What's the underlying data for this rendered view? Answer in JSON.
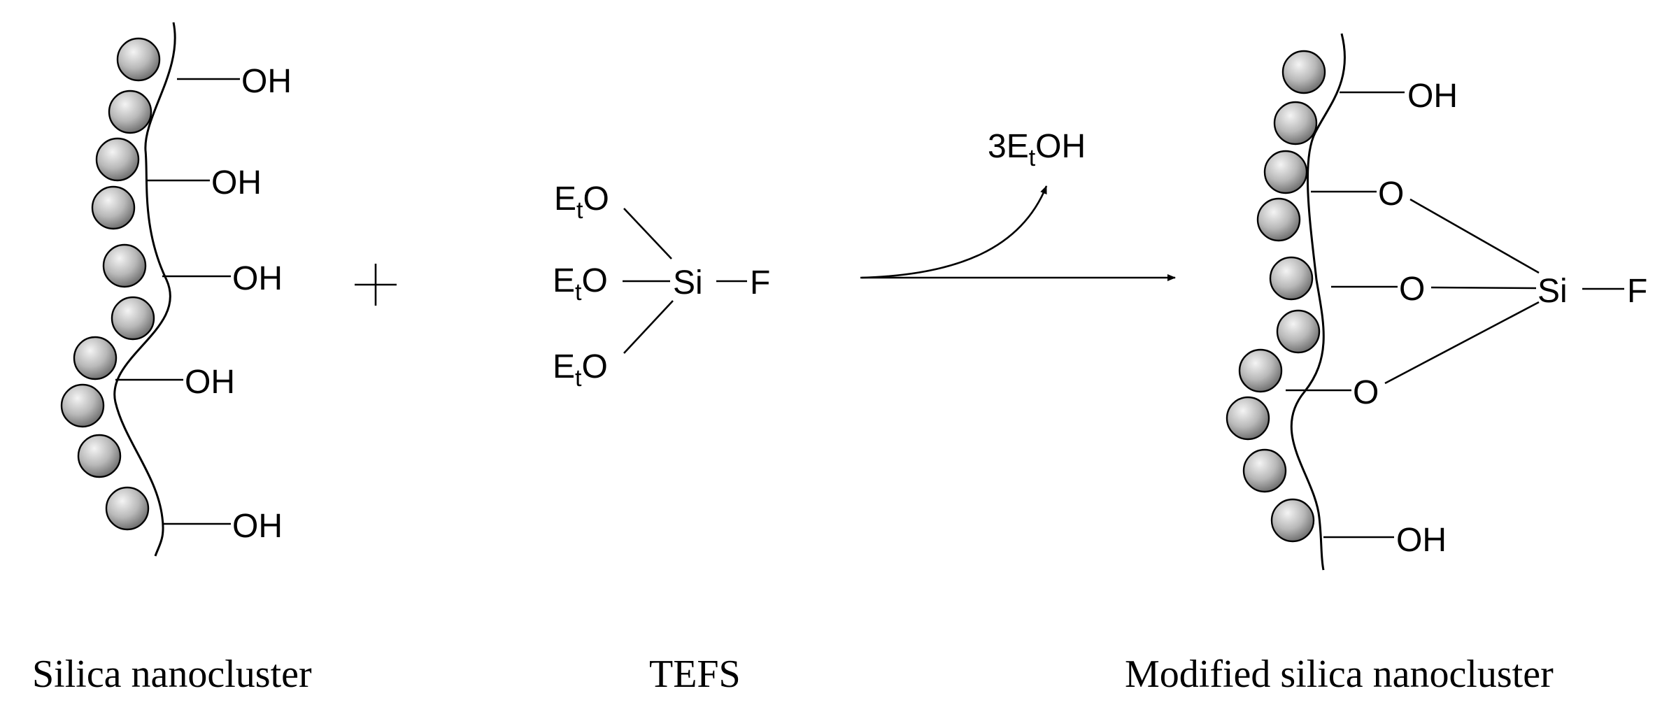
{
  "colors": {
    "sphere_light": "#f4f4f4",
    "sphere_dark": "#6a6a6a",
    "line": "#000000"
  },
  "reactant": {
    "oh_label": "OH",
    "caption": "Silica nanocluster"
  },
  "plus_sign": "+",
  "tefs": {
    "ethoxy_main": "E",
    "ethoxy_sub": "t",
    "ethoxy_tail": "O",
    "si": "Si",
    "f": "F",
    "caption": "TEFS"
  },
  "arrow": {
    "byproduct_coef": "3E",
    "byproduct_sub": "t",
    "byproduct_tail": "OH"
  },
  "product": {
    "oh_label": "OH",
    "o_label": "O",
    "si": "Si",
    "f": "F",
    "caption": "Modified silica nanocluster"
  }
}
